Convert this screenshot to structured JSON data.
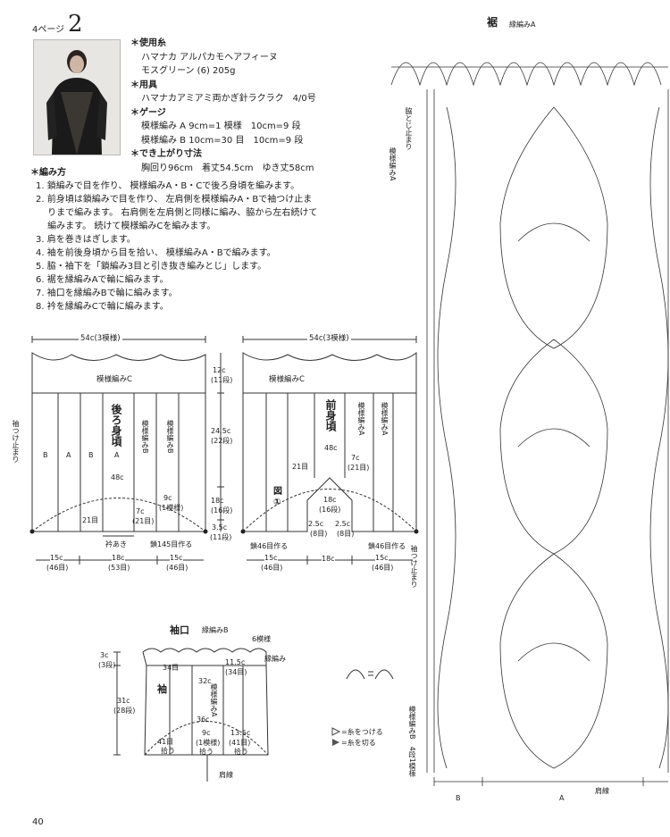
{
  "header": {
    "page_label": "4ページ",
    "number": "2"
  },
  "materials": {
    "yarn_heading": "＊使用糸",
    "yarn_lines": [
      "ハマナカ アルパカモヘアフィーヌ",
      "モスグリーン (6) 205g"
    ],
    "tools_heading": "＊用具",
    "tools_lines": [
      "ハマナカアミアミ両かぎ針ラクラク　4/0号"
    ],
    "gauge_heading": "＊ゲージ",
    "gauge_lines": [
      "模様編み A  9cm=1 模様　10cm=9 段",
      "模様編み B  10cm=30 目　10cm=9 段"
    ],
    "size_heading": "＊でき上がり寸法",
    "size_lines": [
      "胸回り96cm　着丈54.5cm　ゆき丈58cm"
    ]
  },
  "method": {
    "heading": "＊編み方",
    "steps": [
      "1. 鎖編みで目を作り、 模様編みA・B・Cで後ろ身頃を編みます。",
      "2. 前身頃は鎖編みで目を作り、 左肩側を模様編みA・Bで袖つけ止ま",
      "　 りまで編みます。 右肩側を左肩側と同様に編み、脇から左右続けて",
      "　 編みます。 続けて模様編みCを編みます。",
      "3. 肩を巻きはぎします。",
      "4. 袖を前後身頃から目を拾い、 模様編みA・Bで編みます。",
      "5. 脇・袖下を「鎖編み3目と引き抜き編みとじ」します。",
      "6. 裾を縁編みAで輪に編みます。",
      "7. 袖口を縁編みBで輪に編みます。",
      "8. 衿を縁編みCで輪に編みます。"
    ]
  },
  "back": {
    "width": "54c(3模様)",
    "pattern_c": "模様編みC",
    "title": "後ろ身頃",
    "col_b": "B",
    "col_a": "A",
    "col_pattern_b": "模様編みB",
    "chest": "48c",
    "num_21": "21目",
    "num_7c": "7c",
    "num_7c_sub": "(21目)",
    "num_9c": "9c",
    "num_9c_sub": "(1模様)",
    "neck": "衿あき",
    "cast_on": "鎖145目作る",
    "sleeve_stop": "袖つけ止まり",
    "h12": "12c",
    "h12_sub": "(11段)",
    "h245": "24.5c",
    "h245_sub": "(22段)",
    "h18": "18c",
    "h18_sub": "(16段)",
    "h35": "3.5c",
    "h35_sub": "(11段)",
    "w15": "15c",
    "w15_sub": "(46目)",
    "w18": "18c",
    "w18_sub": "(53目)"
  },
  "front": {
    "width": "54c(3模様)",
    "pattern_c": "模様編みC",
    "title": "前身頃",
    "pattern_a": "模様編みA",
    "chest": "48c",
    "num_21": "21目",
    "num_7c": "7c",
    "num_7c_sub": "(21目)",
    "fig": "図①",
    "num_18c": "18c",
    "num_18c_sub": "(16段)",
    "num_25c": "2.5c",
    "num_25c_sub": "(8目)",
    "cast_on_left": "鎖46目作る",
    "cast_on_right": "鎖46目作る",
    "w15": "15c",
    "w15_sub": "(46目)",
    "w18": "18c"
  },
  "sleeve": {
    "cuff": "袖口",
    "edge_b": "縁編みB",
    "pattern_count": "6模様",
    "edge": "縁編み",
    "title": "袖",
    "stitches_34": "34目",
    "stitches_115": "11.5c",
    "stitches_115_sub": "(34目)",
    "w32": "32c",
    "w36": "36c",
    "pattern_a": "模様編みA",
    "h3": "3c",
    "h3_sub": "(3段)",
    "h31": "31c",
    "h31_sub": "(28段)",
    "pick41": "41目",
    "pick41_sub": "拾う",
    "w9": "9c",
    "w9_sub": "(1模様)",
    "w9_sub2": "拾う",
    "w135": "13.5c",
    "w135_sub": "(41目)",
    "w135_sub2": "拾う",
    "shoulder": "肩線"
  },
  "legend": {
    "attach": "=糸をつける",
    "cut": "=糸を切る"
  },
  "chart": {
    "hem": "裾",
    "edge_a": "縁編みA",
    "side_stop": "脇とじ止まり",
    "pattern_a": "模様編みA",
    "sleeve_stop": "袖つけ止まり",
    "pattern_b": "模様編みB　4段1模様",
    "shoulder": "肩線",
    "b_label": "B",
    "a_label": "A"
  },
  "footer": {
    "page_number": "40"
  }
}
